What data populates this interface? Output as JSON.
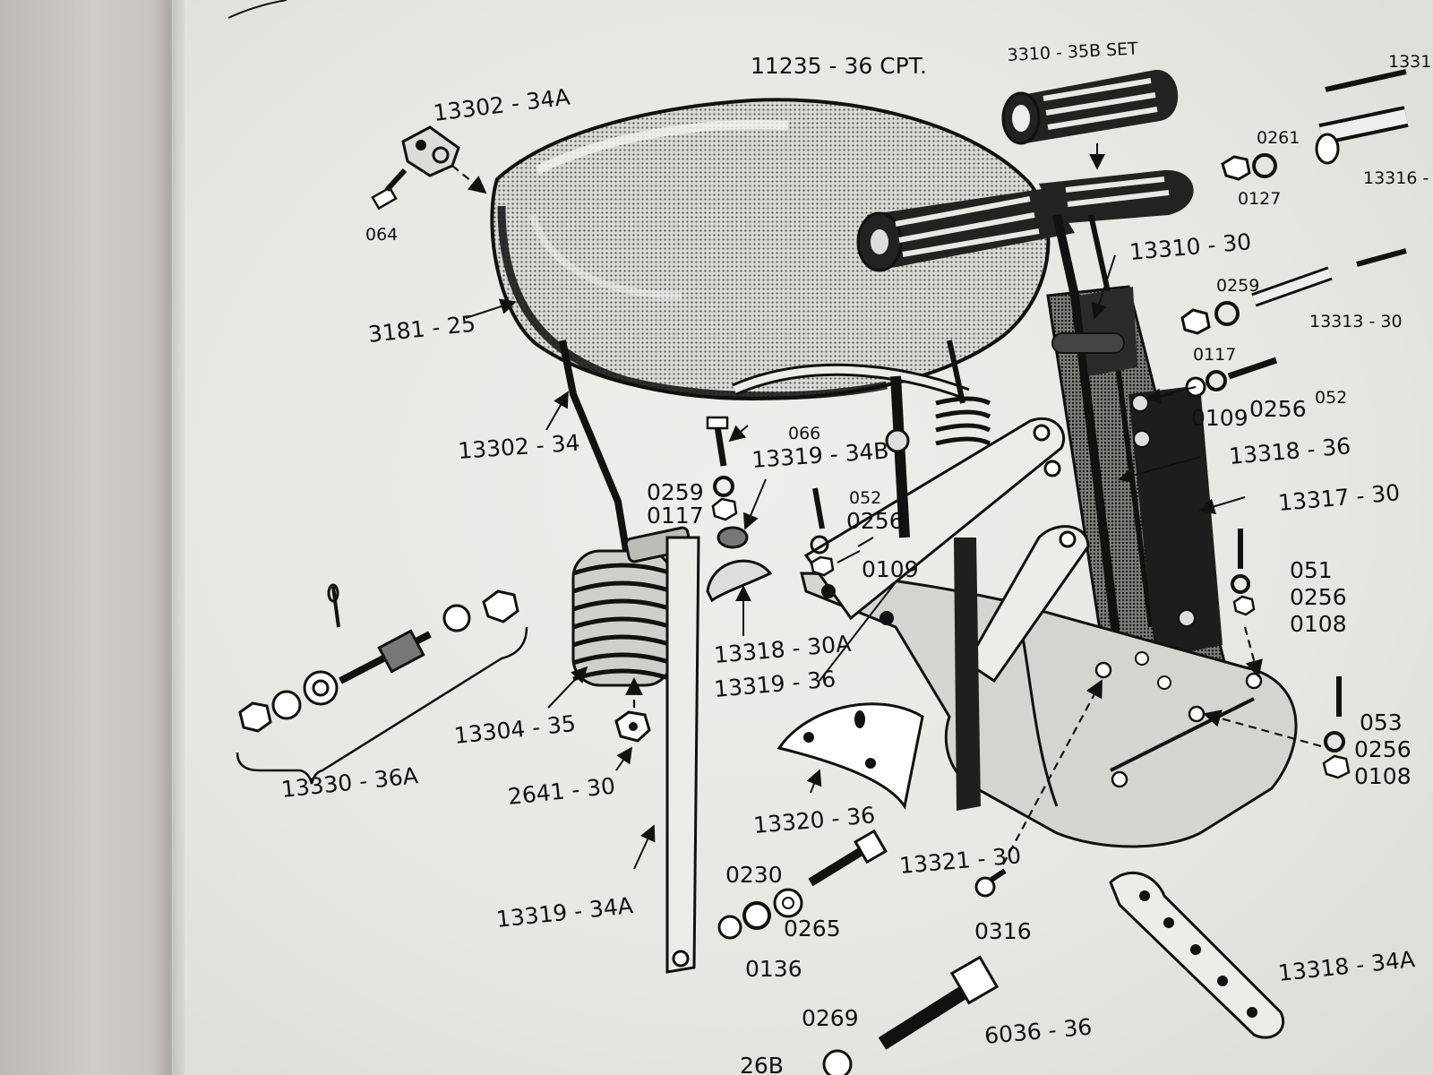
{
  "labels": {
    "seat_cpt": "11235 - 36 CPT.",
    "grip_set": "3310 - 35B SET",
    "clamp": "13302 - 34A",
    "screw_064": "064",
    "seat_cover": "3181 - 25",
    "seat_bar": "13302 - 34",
    "bolt_066": "066",
    "washer_34b": "13319 - 34B",
    "nut_0259": "0259",
    "washer_0117": "0117",
    "screw_052_mid": "052",
    "washer_0256_mid": "0256",
    "nut_0109_mid": "0109",
    "block_30a": "13318 - 30A",
    "arm_36": "13319 - 36",
    "spring": "13304 - 35",
    "nut_2641": "2641 - 30",
    "adjuster_set": "13330 - 36A",
    "strap_34a": "13319 - 34A",
    "washer_0230": "0230",
    "washer_0265": "0265",
    "nut_0136": "0136",
    "plate_13320": "13320 - 36",
    "pin_13321": "13321 - 30",
    "screw_0316": "0316",
    "nut_0269": "0269",
    "bolt_6036": "6036 - 36",
    "bar_34a_bottom": "13318 - 34A",
    "partial_26b": "26B",
    "nut_0261": "0261",
    "nut_0127": "0127",
    "handle_13310": "13310 - 30",
    "nut_0259_right": "0259",
    "nut_0117_right": "0117",
    "tube_13313": "13313 - 30",
    "nut_0109_right": "0109",
    "washer_0256_right": "0256",
    "screw_052_right": "052",
    "bracket_13318": "13318 - 36",
    "frame_13317": "13317 - 30",
    "screw_051": "051",
    "washer_0256_low": "0256",
    "nut_0108": "0108",
    "screw_053": "053",
    "washer_0256_edge": "0256",
    "nut_0108_edge": "0108",
    "partial_1331": "1331",
    "partial_13316": "13316 -"
  }
}
